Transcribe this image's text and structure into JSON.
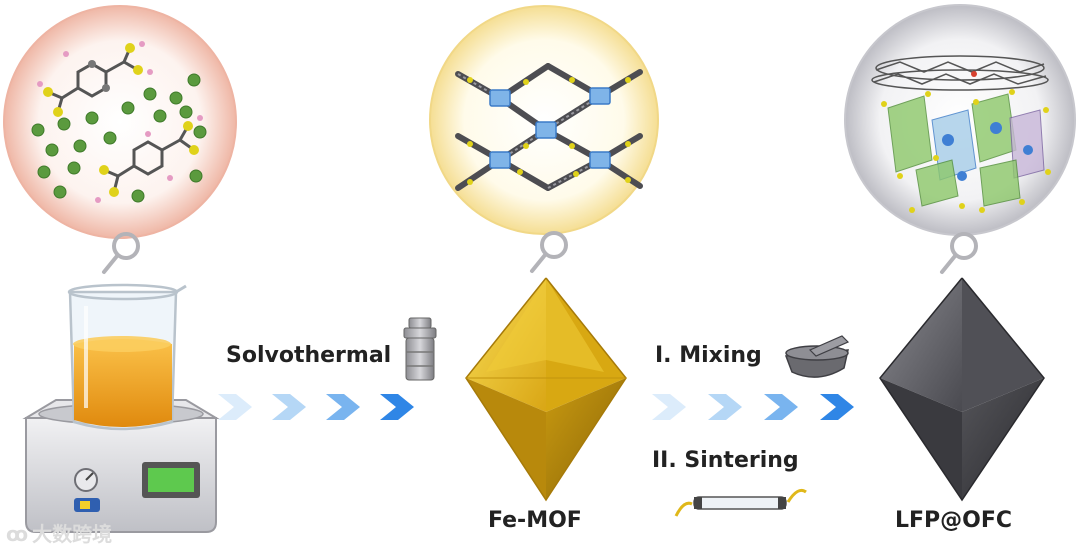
{
  "labels": {
    "step1": "Solvothermal",
    "step2a": "I. Mixing",
    "step2b": "II. Sintering",
    "intermediate": "Fe-MOF",
    "product": "LFP@OFC"
  },
  "watermark": "大数跨境",
  "colors": {
    "precursor_halo": "#f4c5b8",
    "mof_halo": "#fbeab0",
    "product_halo": "#cfcfd4",
    "mof_crystal": "#e6b91c",
    "product_crystal": "#4e4e52",
    "arrow_blue": "#3d8ee8",
    "liquid": "#f3a21a"
  },
  "icons": [
    "magnifier-icon",
    "beaker-icon",
    "hot-plate-icon",
    "autoclave-icon",
    "mortar-icon",
    "tube-furnace-icon",
    "chevron-arrow-icon"
  ]
}
